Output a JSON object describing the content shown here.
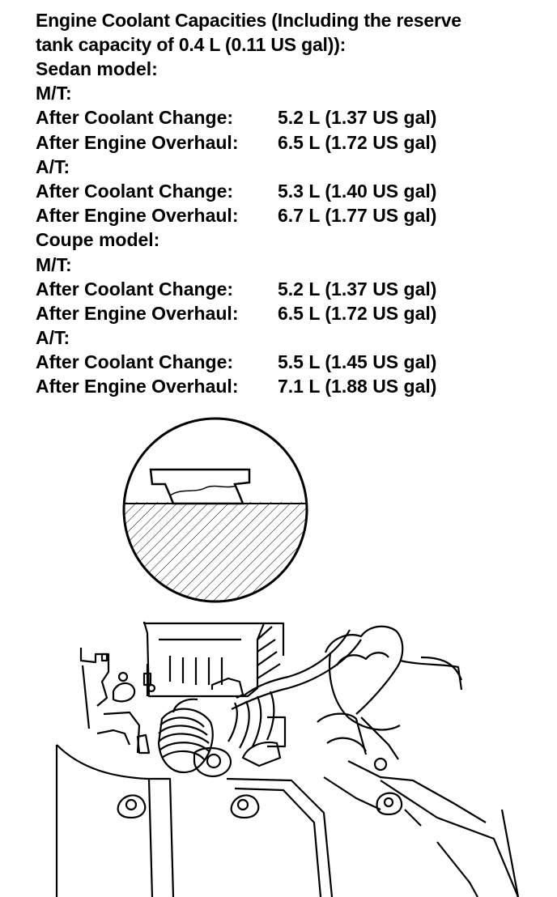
{
  "heading": {
    "line1": "Engine Coolant Capacities (Including the reserve",
    "line2": "tank capacity of 0.4 L (0.11 US gal)):"
  },
  "models": [
    {
      "name": "Sedan model:",
      "transmissions": [
        {
          "name": "M/T:",
          "rows": [
            {
              "label": "After Coolant Change:",
              "value": "5.2 L (1.37 US gal)"
            },
            {
              "label": "After Engine Overhaul:",
              "value": "6.5 L (1.72 US gal)"
            }
          ]
        },
        {
          "name": "A/T:",
          "rows": [
            {
              "label": "After Coolant Change:",
              "value": "5.3 L (1.40 US gal)"
            },
            {
              "label": "After Engine Overhaul:",
              "value": "6.7 L (1.77 US gal)"
            }
          ]
        }
      ]
    },
    {
      "name": "Coupe model:",
      "transmissions": [
        {
          "name": "M/T:",
          "rows": [
            {
              "label": "After Coolant Change:",
              "value": "5.2 L (1.37 US gal)"
            },
            {
              "label": "After Engine Overhaul:",
              "value": "6.5 L (1.72 US gal)"
            }
          ]
        },
        {
          "name": "A/T:",
          "rows": [
            {
              "label": "After Coolant Change:",
              "value": "5.5 L (1.45 US gal)"
            },
            {
              "label": "After Engine Overhaul:",
              "value": "7.1 L (1.88 US gal)"
            }
          ]
        }
      ]
    }
  ],
  "illustration": {
    "detail_icon": "coolant-level-detail-icon",
    "main_icon": "coolant-filling-icon"
  }
}
